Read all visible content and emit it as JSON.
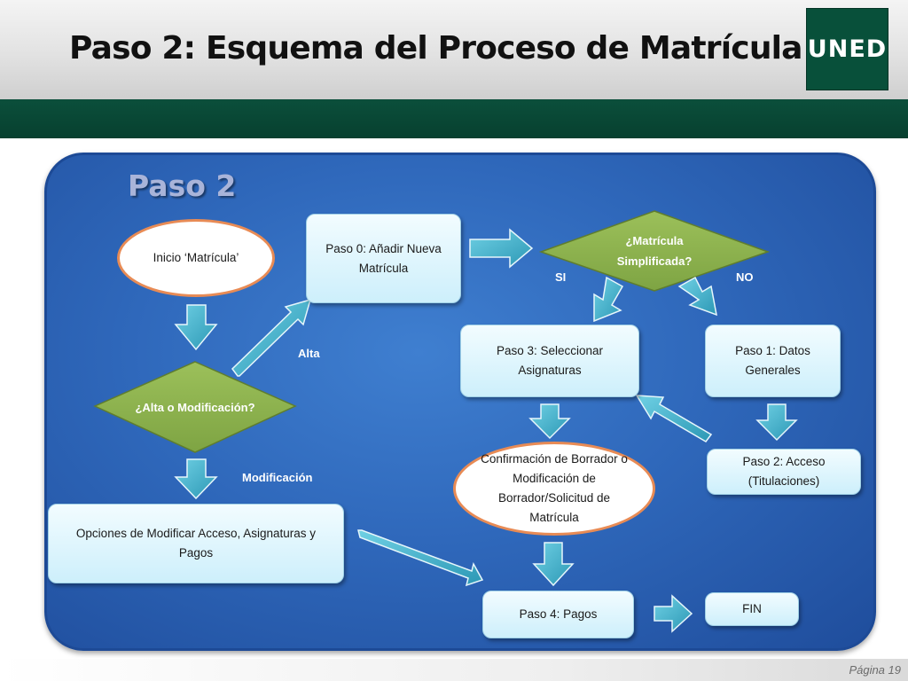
{
  "slide": {
    "title": "Paso 2: Esquema del Proceso de Matrícula",
    "logo_text": "UNED",
    "page_label": "Página 19"
  },
  "diagram": {
    "panel_title": "Paso 2",
    "nodes": {
      "inicio": "Inicio ‘Matrícula’",
      "alta_modificacion": "¿Alta o Modificación?",
      "paso0": "Paso 0: Añadir Nueva Matrícula",
      "matricula_simplificada": "¿Matrícula Simplificada?",
      "paso3": "Paso 3: Seleccionar Asignaturas",
      "paso1": "Paso 1: Datos Generales",
      "paso2_acceso": "Paso 2: Acceso (Titulaciones)",
      "confirmacion": "Confirmación de Borrador o Modificación de Borrador/Solicitud de Matrícula",
      "opciones": "Opciones de Modificar Acceso, Asignaturas y Pagos",
      "paso4": "Paso 4: Pagos",
      "fin": "FIN"
    },
    "edge_labels": {
      "alta": "Alta",
      "modificacion": "Modificación",
      "si": "SI",
      "no": "NO"
    }
  },
  "colors": {
    "brand_green": "#08503a",
    "panel_blue": "#2f68bb",
    "diamond_green": "#8db04f",
    "oval_border": "#e88b55",
    "arrow_fill": "#3fb0c8"
  }
}
